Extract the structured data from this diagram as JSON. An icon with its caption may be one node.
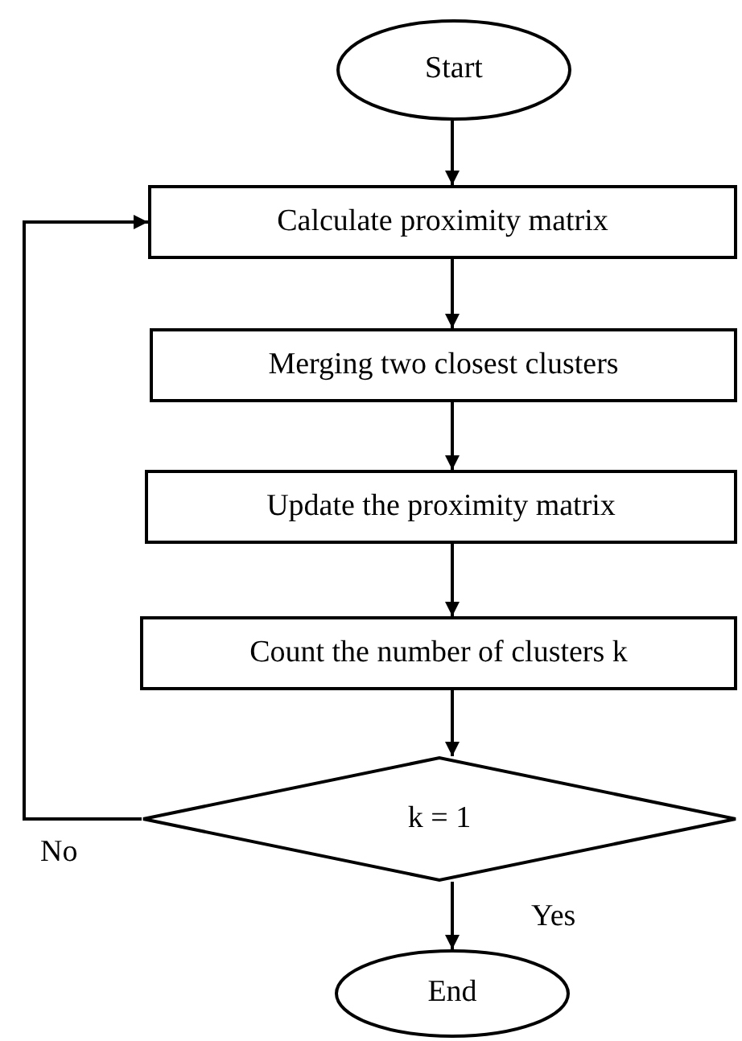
{
  "diagram": {
    "nodes": [
      {
        "text": [
          "Start"
        ]
      },
      {
        "text": [
          "Calculate proximity matrix"
        ]
      },
      {
        "text": [
          "Merging two closest clusters"
        ]
      },
      {
        "text": [
          "Update the proximity matrix"
        ]
      },
      {
        "text": [
          "Count the number of clusters k"
        ]
      },
      {
        "text": [
          "k = 1"
        ]
      },
      {
        "text": [
          "End"
        ]
      }
    ],
    "edges": [
      {
        "from": 0,
        "to": 1,
        "arrow": "to"
      },
      {
        "from": 1,
        "to": 2,
        "arrow": "to"
      },
      {
        "from": 2,
        "to": 3,
        "arrow": "to"
      },
      {
        "from": 3,
        "to": 4,
        "arrow": "to"
      },
      {
        "from": 4,
        "to": 5,
        "arrow": "to"
      },
      {
        "from": 5,
        "to": 1,
        "arrow": "to",
        "label": "No"
      },
      {
        "from": 5,
        "to": 6,
        "arrow": "to",
        "label": "Yes"
      }
    ]
  }
}
